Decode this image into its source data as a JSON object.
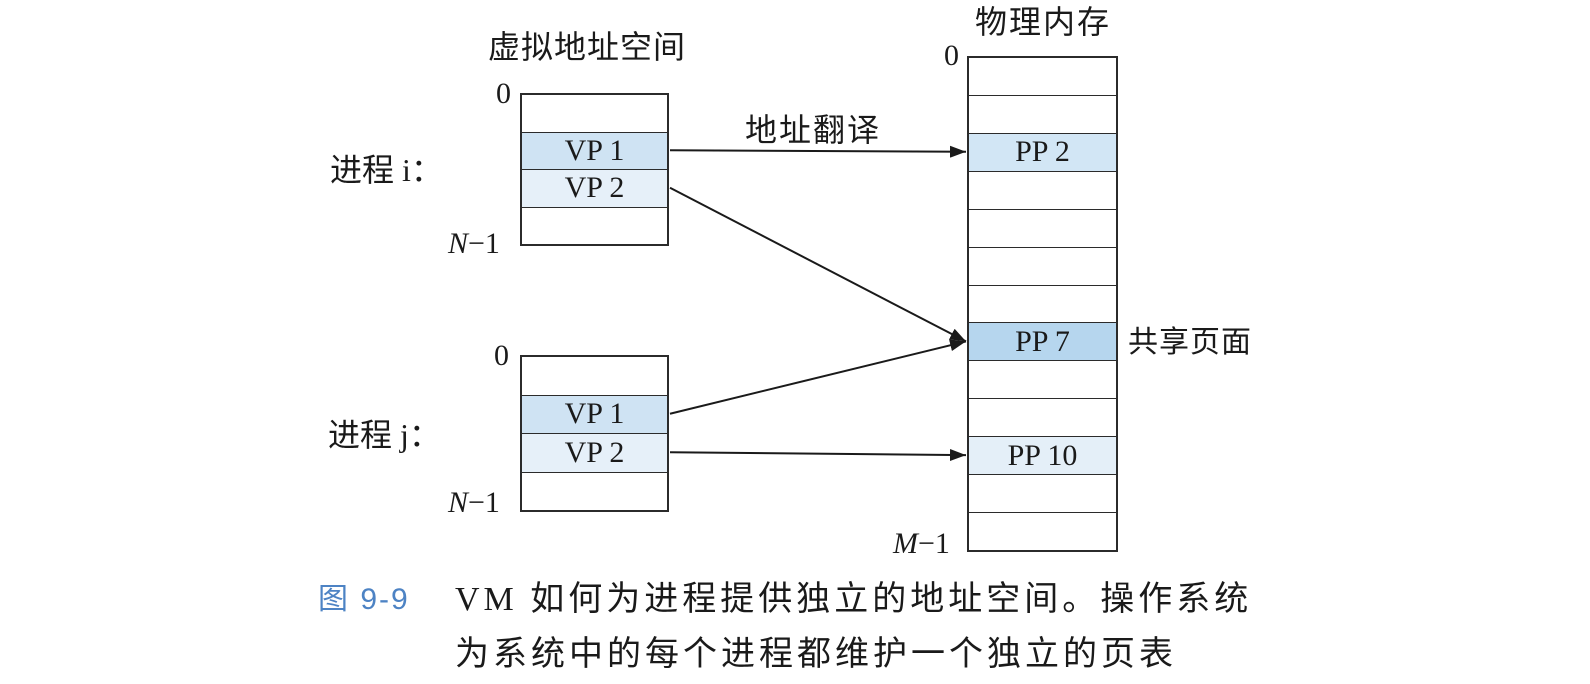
{
  "header": {
    "virtual_title": "虚拟地址空间",
    "physical_title": "物理内存"
  },
  "translation_label": "地址翻译",
  "shared_page_label": "共享页面",
  "processes": [
    {
      "label": "进程 i：",
      "top_index": "0",
      "bottom_index_var": "N",
      "bottom_index_suffix": "−1",
      "pages": [
        {
          "label": ""
        },
        {
          "label": "VP 1",
          "fill": "#cfe3f3"
        },
        {
          "label": "VP 2",
          "fill": "#e6f0f9"
        },
        {
          "label": ""
        }
      ]
    },
    {
      "label": "进程 j：",
      "top_index": "0",
      "bottom_index_var": "N",
      "bottom_index_suffix": "−1",
      "pages": [
        {
          "label": ""
        },
        {
          "label": "VP 1",
          "fill": "#cfe3f3"
        },
        {
          "label": "VP 2",
          "fill": "#e6f0f9"
        },
        {
          "label": ""
        }
      ]
    }
  ],
  "physical_memory": {
    "top_index": "0",
    "bottom_index_var": "M",
    "bottom_index_suffix": "−1",
    "pages": [
      {
        "label": ""
      },
      {
        "label": ""
      },
      {
        "label": "PP 2",
        "fill": "#d2e6f5"
      },
      {
        "label": ""
      },
      {
        "label": ""
      },
      {
        "label": ""
      },
      {
        "label": ""
      },
      {
        "label": "PP 7",
        "fill": "#b6d6ee"
      },
      {
        "label": ""
      },
      {
        "label": ""
      },
      {
        "label": "PP 10",
        "fill": "#e4eff8"
      },
      {
        "label": ""
      },
      {
        "label": ""
      }
    ]
  },
  "mappings": [
    {
      "process": 0,
      "virtual_page": 1,
      "physical_page": 2
    },
    {
      "process": 0,
      "virtual_page": 2,
      "physical_page": 7
    },
    {
      "process": 1,
      "virtual_page": 1,
      "physical_page": 7
    },
    {
      "process": 1,
      "virtual_page": 2,
      "physical_page": 10
    }
  ],
  "caption": {
    "figure_label": "图 9-9",
    "line1": "VM 如何为进程提供独立的地址空间。操作系统",
    "line2": "为系统中的每个进程都维护一个独立的页表"
  },
  "colors": {
    "ink": "#1a1a1a",
    "figure_label": "#4d83c4"
  }
}
